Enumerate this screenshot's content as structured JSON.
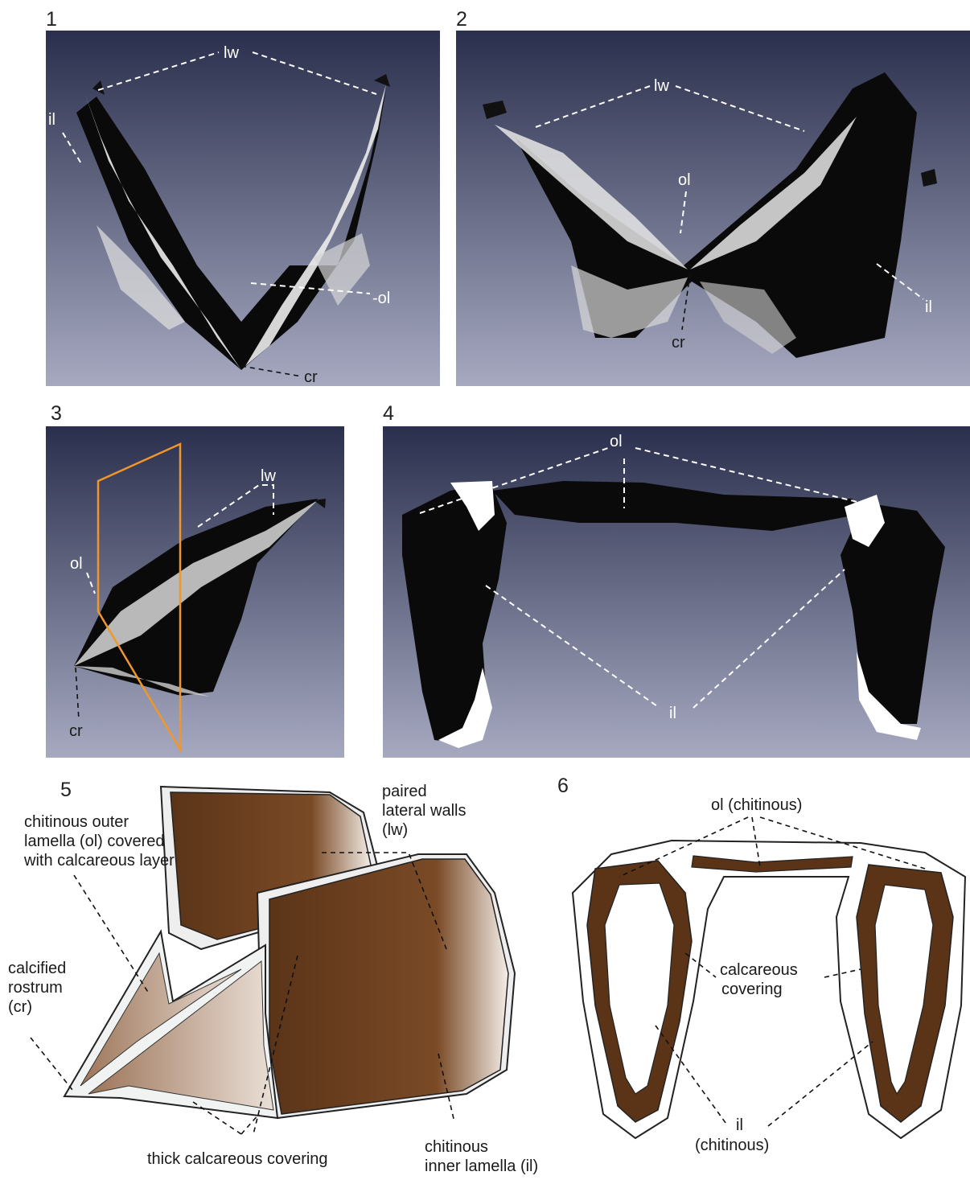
{
  "panels": [
    {
      "number": "1",
      "labels": {
        "lw": "lw",
        "il": "il",
        "ol": "-ol",
        "cr": "cr"
      }
    },
    {
      "number": "2",
      "labels": {
        "lw": "lw",
        "ol": "ol",
        "il": "il",
        "cr": "cr"
      }
    },
    {
      "number": "3",
      "labels": {
        "lw": "lw",
        "ol": "ol",
        "cr": "cr"
      }
    },
    {
      "number": "4",
      "labels": {
        "ol": "ol",
        "il": "il"
      }
    },
    {
      "number": "5",
      "labels": {
        "ol_line1": "chitinous outer",
        "ol_line2": "lamella (ol) covered",
        "ol_line3": "with calcareous layer",
        "lw_line1": "paired",
        "lw_line2": "lateral walls",
        "lw_line3": "(lw)",
        "cr_line1": "calcified",
        "cr_line2": "rostrum",
        "cr_line3": "(cr)",
        "cov": "thick calcareous covering",
        "il_line1": "chitinous",
        "il_line2": "inner lamella (il)"
      }
    },
    {
      "number": "6",
      "labels": {
        "ol": "ol (chitinous)",
        "cov_line1": "calcareous",
        "cov_line2": "covering",
        "il_line1": "il",
        "il_line2": "(chitinous)"
      }
    }
  ],
  "colors": {
    "scan_top": "#2a2f4d",
    "scan_bottom": "#a6a9c0",
    "chitin_brown": "#5b3418",
    "calcareous_white": "#f3f3f3",
    "section_plane": "#f0962a"
  }
}
